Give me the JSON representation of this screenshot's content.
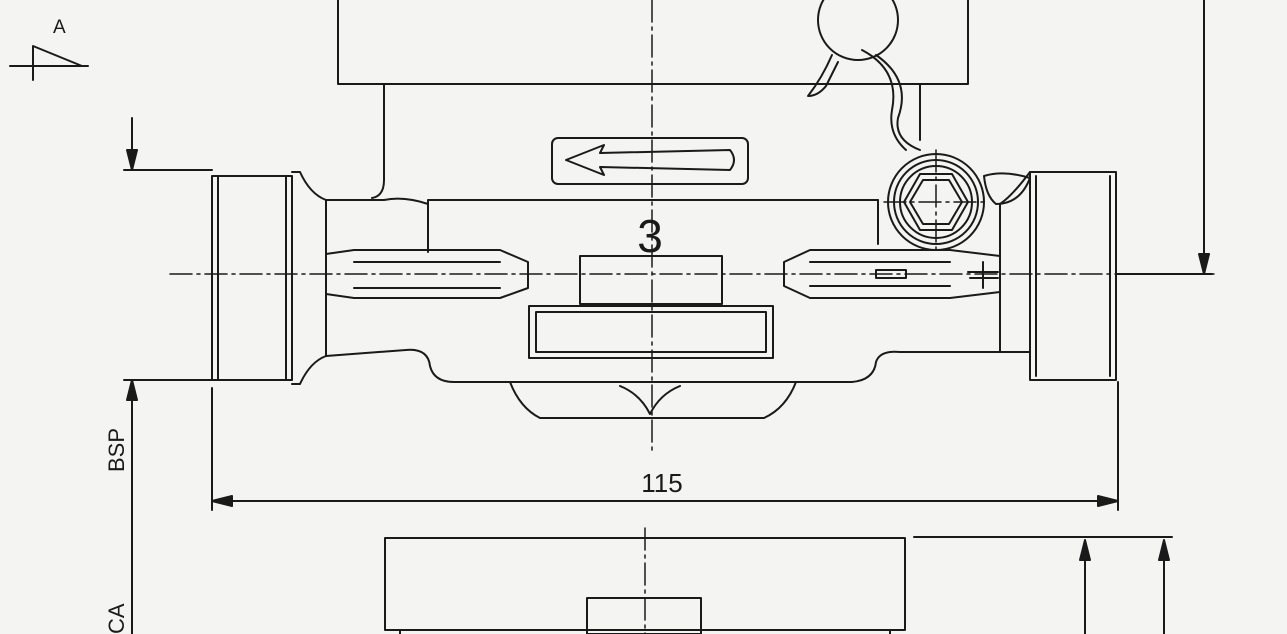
{
  "drawing": {
    "section_letter": "A",
    "part_number": "3",
    "dimension_width": "115",
    "label_bsp": "BSP",
    "label_ca": "CA"
  },
  "colors": {
    "paper": "#f4f4f2",
    "ink": "#1a1a1a"
  }
}
